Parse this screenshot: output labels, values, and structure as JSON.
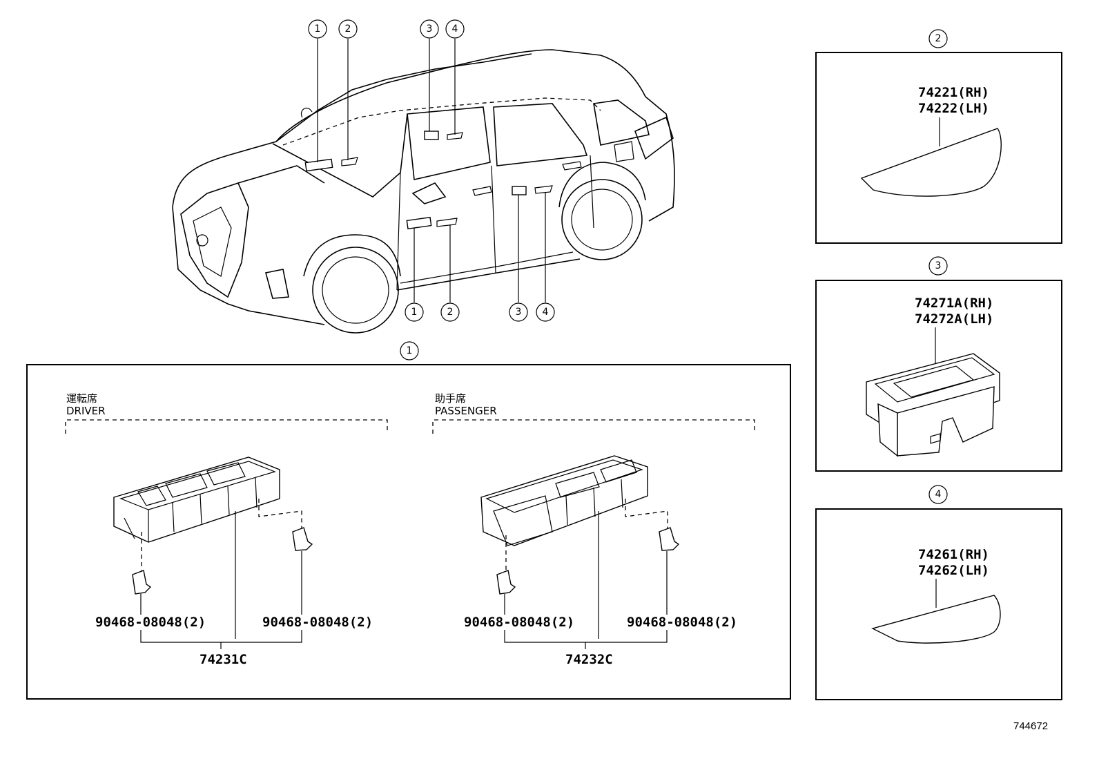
{
  "callouts": {
    "c1": "1",
    "c2": "2",
    "c3": "3",
    "c4": "4"
  },
  "box1": {
    "driver_jp": "運転席",
    "driver_en": "DRIVER",
    "passenger_jp": "助手席",
    "passenger_en": "PASSENGER",
    "clip_left_a": "90468-08048(2)",
    "clip_left_b": "90468-08048(2)",
    "clip_right_a": "90468-08048(2)",
    "clip_right_b": "90468-08048(2)",
    "driver_part": "74231C",
    "passenger_part": "74232C"
  },
  "box2": {
    "part_rh": "74221(RH)",
    "part_lh": "74222(LH)"
  },
  "box3": {
    "part_rh": "74271A(RH)",
    "part_lh": "74272A(LH)"
  },
  "box4": {
    "part_rh": "74261(RH)",
    "part_lh": "74262(LH)"
  },
  "diagram_ref": "744672"
}
